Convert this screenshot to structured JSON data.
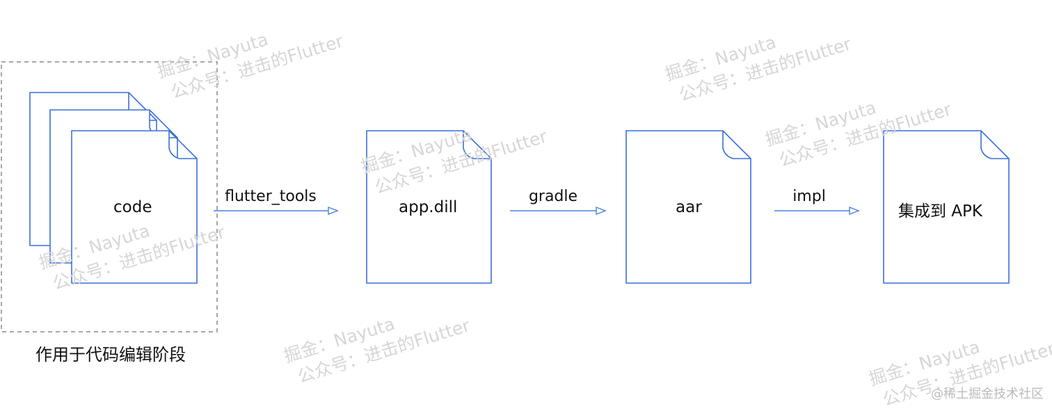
{
  "diagram": {
    "stage_group": {
      "caption": "作用于代码编辑阶段"
    },
    "nodes": [
      {
        "id": "code",
        "label": "code"
      },
      {
        "id": "app-dill",
        "label": "app.dill"
      },
      {
        "id": "aar",
        "label": "aar"
      },
      {
        "id": "apk",
        "label": "集成到 APK"
      }
    ],
    "edges": [
      {
        "from": "code",
        "to": "app-dill",
        "label": "flutter_tools"
      },
      {
        "from": "app-dill",
        "to": "aar",
        "label": "gradle"
      },
      {
        "from": "aar",
        "to": "apk",
        "label": "impl"
      }
    ]
  },
  "watermark": {
    "line1": "掘金：Nayuta",
    "line2": "公众号：进击的Flutter"
  },
  "site_mark": "@稀土掘金技术社区",
  "colors": {
    "doc_stroke": "#3a6fd8",
    "arrow": "#4a7fe0",
    "group_border": "#8a8a8a",
    "text": "#111111",
    "watermark": "#d6d6d6"
  }
}
